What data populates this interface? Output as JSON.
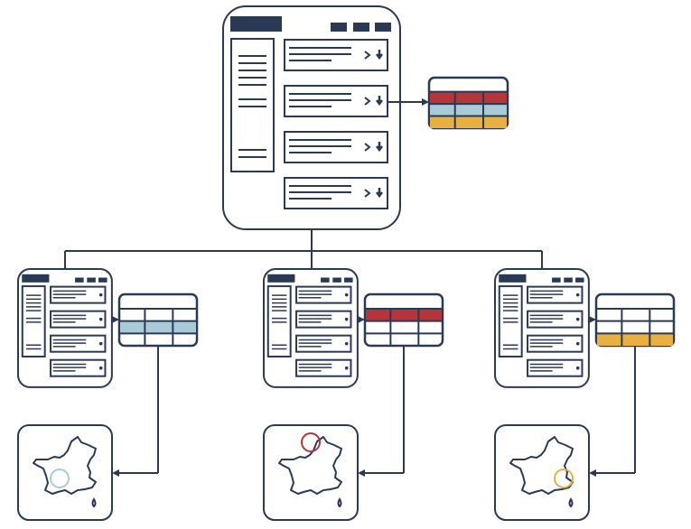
{
  "colors": {
    "stroke": "#2a3a55",
    "red": "#b5353a",
    "blue": "#a9cbd8",
    "yellow": "#e8b040",
    "background": "#ffffff"
  },
  "main_table": {
    "rows": [
      "red",
      "blue",
      "yellow"
    ]
  },
  "branches": [
    {
      "highlight_row": 2,
      "highlight_color": "blue",
      "region_marker": "south-west"
    },
    {
      "highlight_row": 1,
      "highlight_color": "red",
      "region_marker": "north"
    },
    {
      "highlight_row": 3,
      "highlight_color": "yellow",
      "region_marker": "south-east"
    }
  ]
}
